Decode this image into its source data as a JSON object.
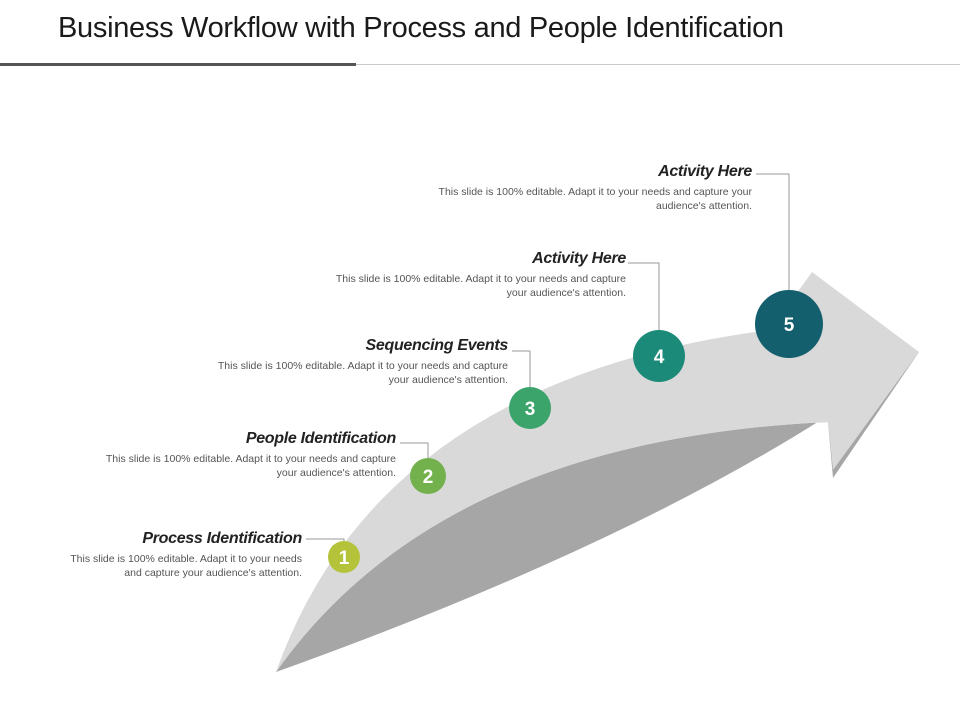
{
  "title": "Business Workflow with Process and People Identification",
  "colors": {
    "arrow": "#d9d9d9",
    "arrow_shadow": "#a6a6a6",
    "step1": "#b5c33a",
    "step2": "#73b14c",
    "step3": "#3aa46b",
    "step4": "#1b8a78",
    "step5": "#145f6d",
    "connector": "#9a9a9a"
  },
  "steps": [
    {
      "number": "1",
      "heading": "Process Identification",
      "description": "This slide is 100% editable. Adapt it to your needs and capture your audience's attention."
    },
    {
      "number": "2",
      "heading": "People Identification",
      "description": "This slide is 100% editable. Adapt it to your needs and capture your audience's attention."
    },
    {
      "number": "3",
      "heading": "Sequencing Events",
      "description": "This slide is 100% editable. Adapt it to your needs and capture your audience's attention."
    },
    {
      "number": "4",
      "heading": "Activity Here",
      "description": "This slide is 100% editable. Adapt it to your needs and capture your audience's attention."
    },
    {
      "number": "5",
      "heading": "Activity Here",
      "description": "This slide is 100% editable. Adapt it to your needs and capture your audience's attention."
    }
  ]
}
